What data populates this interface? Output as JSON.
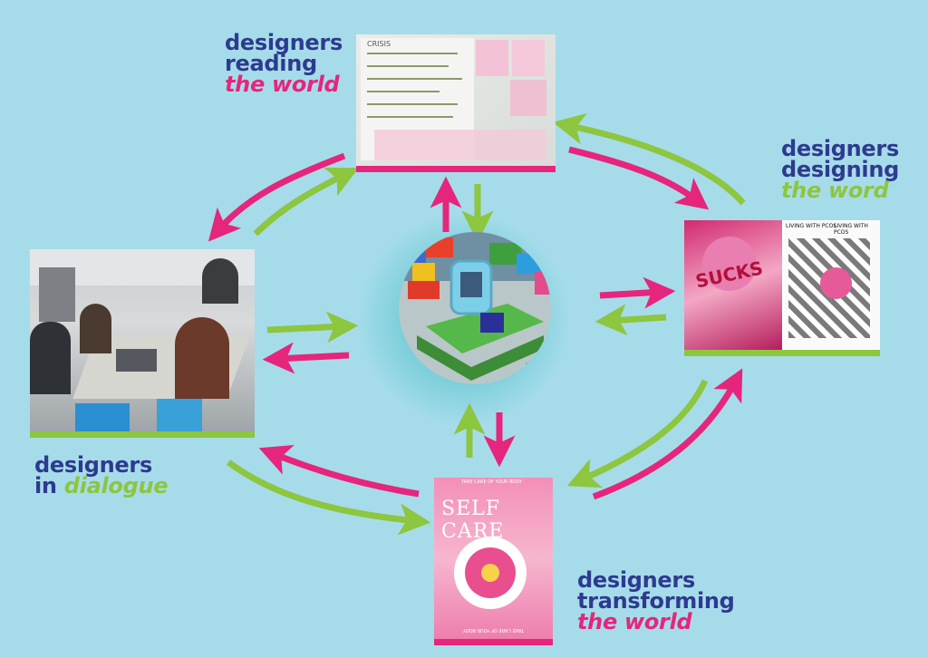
{
  "labels": {
    "reading": {
      "line1": "designers",
      "line2": "reading",
      "line3": "the world"
    },
    "designing": {
      "line1": "designers",
      "line2": "designing",
      "line3": "the word"
    },
    "dialogue": {
      "line1": "designers",
      "line2a": "in ",
      "line2b": "dialogue"
    },
    "transforming": {
      "line1": "designers",
      "line2": "transforming",
      "line3": "the world"
    }
  },
  "images": {
    "whiteboard": {
      "heading": "CRISIS"
    },
    "poster": {
      "word": "SUCKS",
      "caption1": "LIVING WITH PCOS",
      "caption2": "LIVING WITH PCOS"
    },
    "magazine": {
      "title": "SELF CARE",
      "top_text": "TAKE CARE OF YOUR BODY",
      "bottom_text": "TAKE CARE OF YOUR BODY"
    }
  },
  "colors": {
    "background": "#a6dcea",
    "pink": "#e6257d",
    "green": "#8dc63f",
    "navy": "#2e3a8f"
  }
}
